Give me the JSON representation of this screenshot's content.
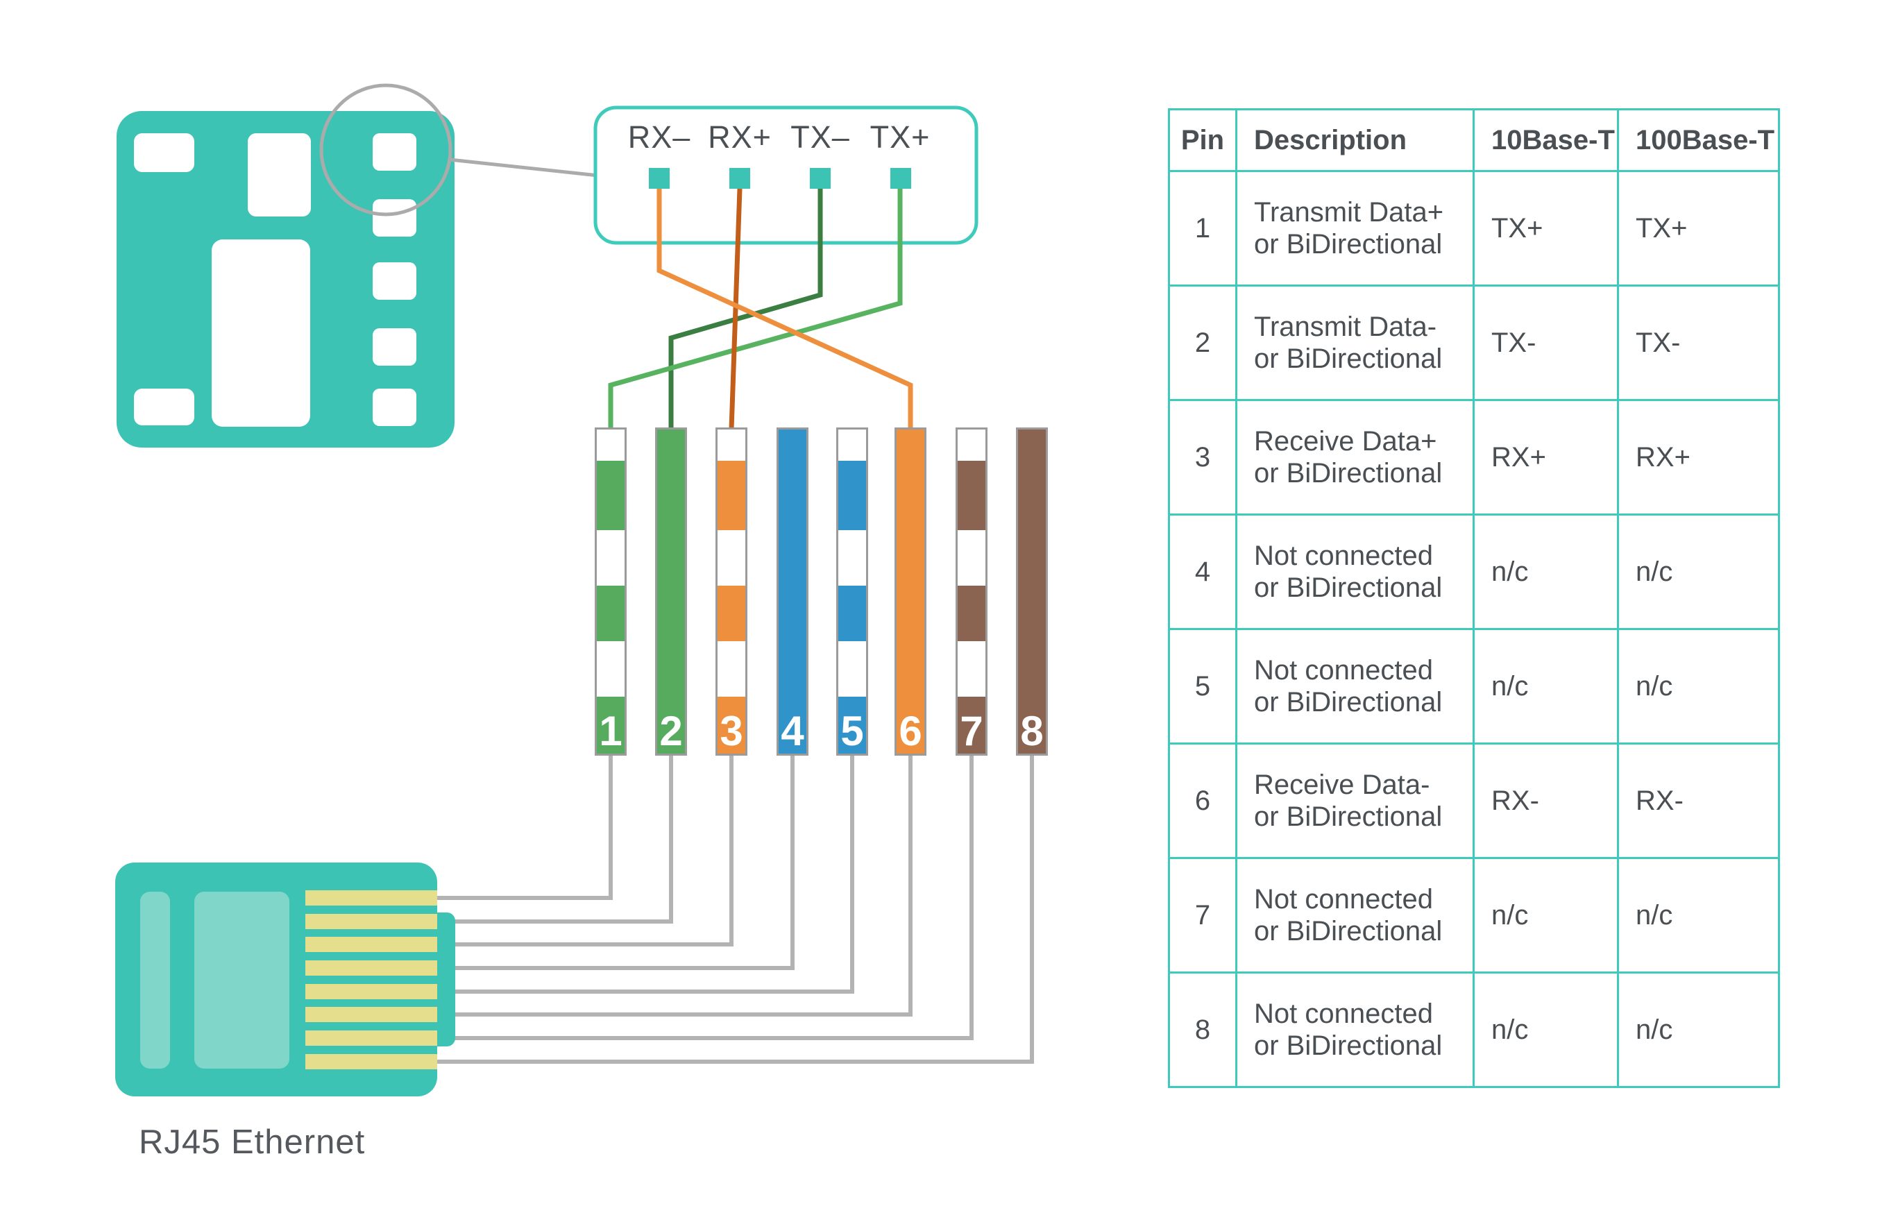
{
  "diagram": {
    "signal_labels": [
      "RX–",
      "RX+",
      "TX–",
      "TX+"
    ],
    "signal_to_pin": {
      "TX+": "1",
      "TX-": "2",
      "RX+": "3",
      "RX-": "6"
    },
    "wires": [
      {
        "number": "1",
        "color_name": "white-green stripe",
        "hex": "#57ab5e",
        "striped": true,
        "signal": "TX+"
      },
      {
        "number": "2",
        "color_name": "green",
        "hex": "#57ab5e",
        "striped": false,
        "signal": "TX-"
      },
      {
        "number": "3",
        "color_name": "white-orange stripe",
        "hex": "#ee8f3e",
        "striped": true,
        "signal": "RX+"
      },
      {
        "number": "4",
        "color_name": "blue",
        "hex": "#3093c9",
        "striped": false,
        "signal": null
      },
      {
        "number": "5",
        "color_name": "white-blue stripe",
        "hex": "#3093c9",
        "striped": true,
        "signal": null
      },
      {
        "number": "6",
        "color_name": "orange",
        "hex": "#ee8f3e",
        "striped": false,
        "signal": "RX-"
      },
      {
        "number": "7",
        "color_name": "white-brown stripe",
        "hex": "#8a6351",
        "striped": true,
        "signal": null
      },
      {
        "number": "8",
        "color_name": "brown",
        "hex": "#8a6351",
        "striped": false,
        "signal": null
      }
    ],
    "connector_label": "RJ45 Ethernet"
  },
  "table": {
    "headers": [
      "Pin",
      "Description",
      "10Base-T",
      "100Base-T"
    ],
    "rows": [
      {
        "pin": "1",
        "desc1": "Transmit Data+",
        "desc2": "or BiDirectional",
        "t10": "TX+",
        "t100": "TX+"
      },
      {
        "pin": "2",
        "desc1": "Transmit Data-",
        "desc2": "or BiDirectional",
        "t10": "TX-",
        "t100": "TX-"
      },
      {
        "pin": "3",
        "desc1": "Receive Data+",
        "desc2": "or BiDirectional",
        "t10": "RX+",
        "t100": "RX+"
      },
      {
        "pin": "4",
        "desc1": "Not connected",
        "desc2": "or BiDirectional",
        "t10": "n/c",
        "t100": "n/c"
      },
      {
        "pin": "5",
        "desc1": "Not connected",
        "desc2": "or BiDirectional",
        "t10": "n/c",
        "t100": "n/c"
      },
      {
        "pin": "6",
        "desc1": "Receive Data-",
        "desc2": "or BiDirectional",
        "t10": "RX-",
        "t100": "RX-"
      },
      {
        "pin": "7",
        "desc1": "Not connected",
        "desc2": "or BiDirectional",
        "t10": "n/c",
        "t100": "n/c"
      },
      {
        "pin": "8",
        "desc1": "Not connected",
        "desc2": "or BiDirectional",
        "t10": "n/c",
        "t100": "n/c"
      }
    ]
  },
  "colors": {
    "teal": "#3cc3b4",
    "teal_border": "#3ecbbc",
    "light_teal": "#7fd6c9",
    "pin_yellow": "#e5df8d",
    "wire_green": "#57ab5e",
    "wire_green_line_dark": "#3a7e42",
    "wire_green_line_light": "#57b35f",
    "wire_orange": "#ee8f3e",
    "wire_orange_line_dark": "#c25d1a",
    "wire_blue": "#3093c9",
    "wire_brown": "#8a6351",
    "gray_line": "#b3b3b3",
    "text_dark": "#4a4f54",
    "background": "#ffffff"
  }
}
